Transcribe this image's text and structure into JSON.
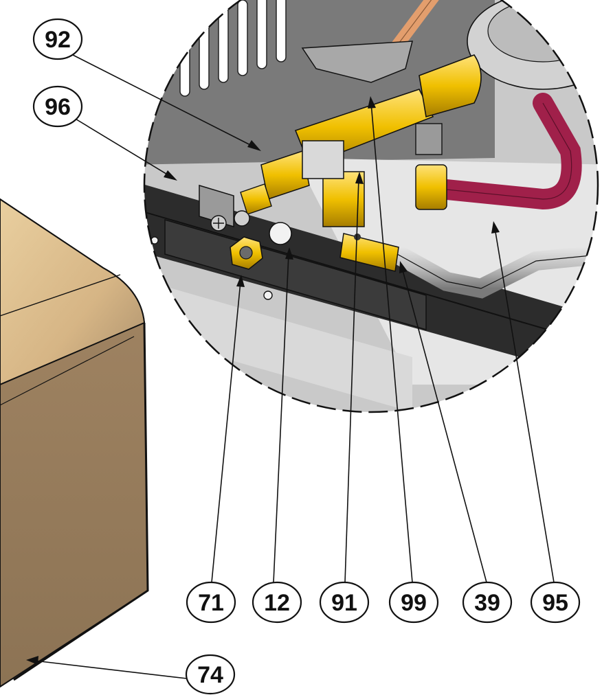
{
  "callouts": {
    "c92": "92",
    "c96": "96",
    "c71": "71",
    "c12": "12",
    "c91": "91",
    "c99": "99",
    "c39": "39",
    "c95": "95",
    "c74": "74"
  },
  "colors": {
    "housing": "#d7b98c",
    "brass": "#f2c500",
    "panel": "#8c8c8c",
    "dark_rail": "#2c2c2c",
    "hose": "#a0204a",
    "copper": "#e39e6d"
  }
}
